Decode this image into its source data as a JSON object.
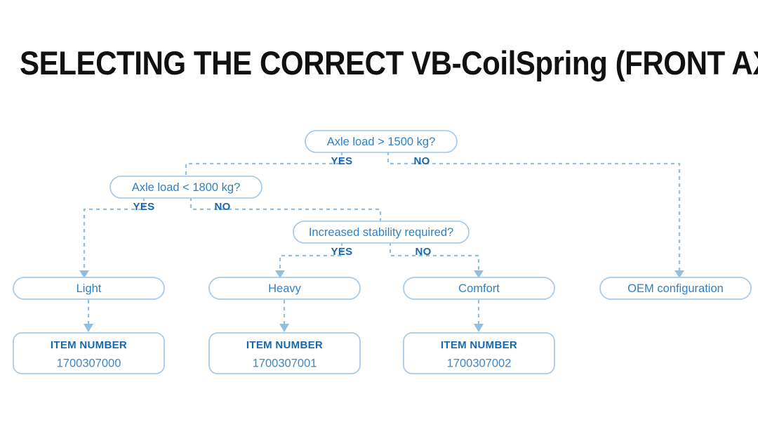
{
  "page": {
    "title": "SELECTING THE CORRECT VB-CoilSpring (FRONT AXLE)",
    "background_color": "#ffffff"
  },
  "colors": {
    "title_text": "#111111",
    "node_border": "#9fc6e8",
    "node_fill": "#ffffff",
    "node_text": "#2f80c4",
    "branch_label_text": "#1568b0",
    "item_value_text": "#3d87c6",
    "connector": "#8fc0e4"
  },
  "flowchart": {
    "decisions": [
      {
        "id": "axle-load-1500",
        "question": "Axle load > 1500 kg?",
        "yes_label": "YES",
        "no_label": "NO"
      },
      {
        "id": "axle-load-1800",
        "question": "Axle load < 1800 kg?",
        "yes_label": "YES",
        "no_label": "NO"
      },
      {
        "id": "increased-stability",
        "question": "Increased stability required?",
        "yes_label": "YES",
        "no_label": "NO"
      }
    ],
    "categories": [
      {
        "id": "light",
        "label": "Light"
      },
      {
        "id": "heavy",
        "label": "Heavy"
      },
      {
        "id": "comfort",
        "label": "Comfort"
      },
      {
        "id": "oem",
        "label": "OEM configuration"
      }
    ],
    "results": [
      {
        "id": "item-light",
        "heading": "ITEM NUMBER",
        "value": "1700307000"
      },
      {
        "id": "item-heavy",
        "heading": "ITEM NUMBER",
        "value": "1700307001"
      },
      {
        "id": "item-comfort",
        "heading": "ITEM NUMBER",
        "value": "1700307002"
      }
    ]
  }
}
